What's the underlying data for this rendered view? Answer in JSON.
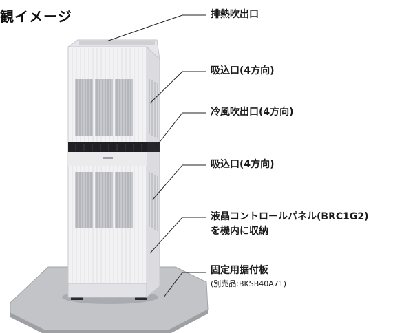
{
  "title": "観イメージ",
  "labels": {
    "exhaust": "排熱吹出口",
    "intake_upper": "吸込口(4方向)",
    "cold_air": "冷風吹出口(4方向)",
    "intake_lower": "吸込口(4方向)",
    "panel_line1": "液晶コントロールパネル(BRC1G2)",
    "panel_line2": "を機内に収納",
    "base_plate": "固定用据付板",
    "base_plate_note": "(別売品:BKSB40A71)"
  },
  "colors": {
    "body": "#f1f1f3",
    "side": "#d9d9dd",
    "louver": "#b9bcc2",
    "band": "#1f1f24",
    "base": "#bfc0c4"
  }
}
